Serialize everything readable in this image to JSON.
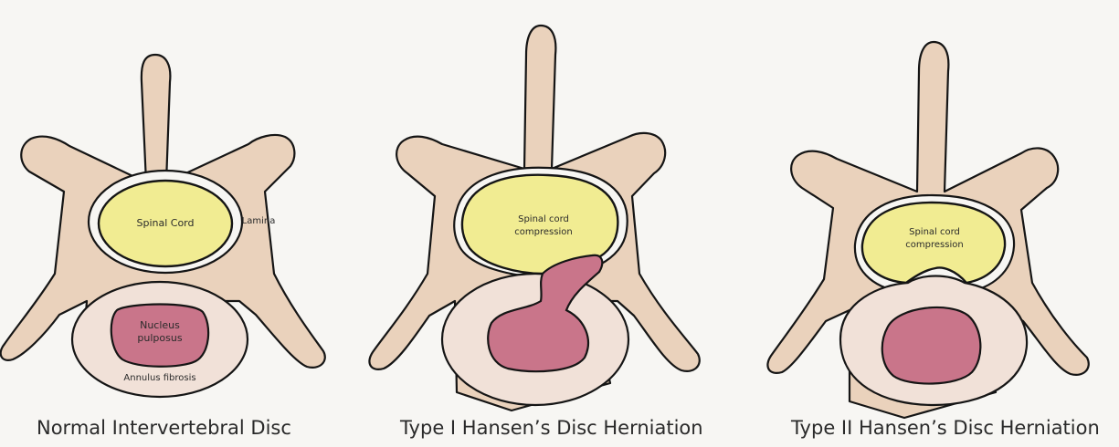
{
  "panels": [
    {
      "caption": "Normal Intervertebral Disc",
      "spinal_cord_label": "Spinal Cord",
      "lamina_label": "Lamina",
      "nucleus_label_line1": "Nucleus",
      "nucleus_label_line2": "pulposus",
      "annulus_label": "Annulus fibrosis"
    },
    {
      "caption": "Type I Hansen’s Disc Herniation",
      "cord_label_line1": "Spinal cord",
      "cord_label_line2": "compression"
    },
    {
      "caption": "Type II Hansen’s Disc Herniation",
      "cord_label_line1": "Spinal cord",
      "cord_label_line2": "compression"
    }
  ],
  "colors": {
    "bone": "#ead2bc",
    "spinal_cord": "#f1ec92",
    "disc": "#f1e1d8",
    "nucleus": "#c9758a",
    "outline": "#151515"
  }
}
